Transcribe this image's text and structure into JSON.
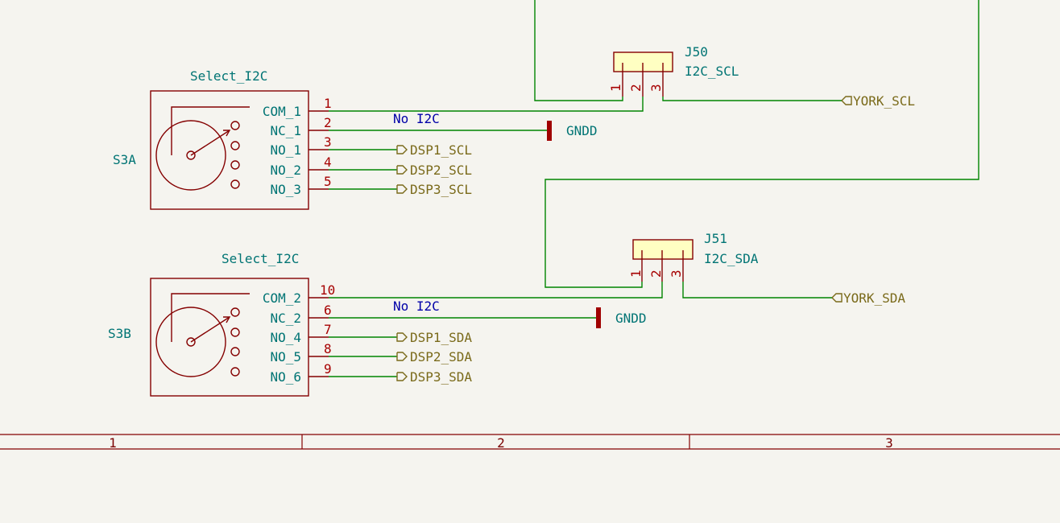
{
  "switches": [
    {
      "ref": "S3A",
      "value": "Select_I2C",
      "pins": [
        {
          "name": "COM_1",
          "num": "1"
        },
        {
          "name": "NC_1",
          "num": "2"
        },
        {
          "name": "NO_1",
          "num": "3"
        },
        {
          "name": "NO_2",
          "num": "4"
        },
        {
          "name": "NO_3",
          "num": "5"
        }
      ]
    },
    {
      "ref": "S3B",
      "value": "Select_I2C",
      "pins": [
        {
          "name": "COM_2",
          "num": "10"
        },
        {
          "name": "NC_2",
          "num": "6"
        },
        {
          "name": "NO_4",
          "num": "7"
        },
        {
          "name": "NO_5",
          "num": "8"
        },
        {
          "name": "NO_6",
          "num": "9"
        }
      ]
    }
  ],
  "connectors": [
    {
      "ref": "J50",
      "value": "I2C_SCL",
      "pins": [
        "1",
        "2",
        "3"
      ]
    },
    {
      "ref": "J51",
      "value": "I2C_SDA",
      "pins": [
        "1",
        "2",
        "3"
      ]
    }
  ],
  "net_labels": [
    "No I2C",
    "No I2C"
  ],
  "power": [
    "GNDD",
    "GNDD"
  ],
  "global_labels": [
    "DSP1_SCL",
    "DSP2_SCL",
    "DSP3_SCL",
    "DSP1_SDA",
    "DSP2_SDA",
    "DSP3_SDA",
    "YORK_SCL",
    "YORK_SDA"
  ],
  "frame_columns": [
    "1",
    "2",
    "3"
  ],
  "colors": {
    "wire": "#008400",
    "symbol": "#840000",
    "background": "#f5f4ef"
  }
}
